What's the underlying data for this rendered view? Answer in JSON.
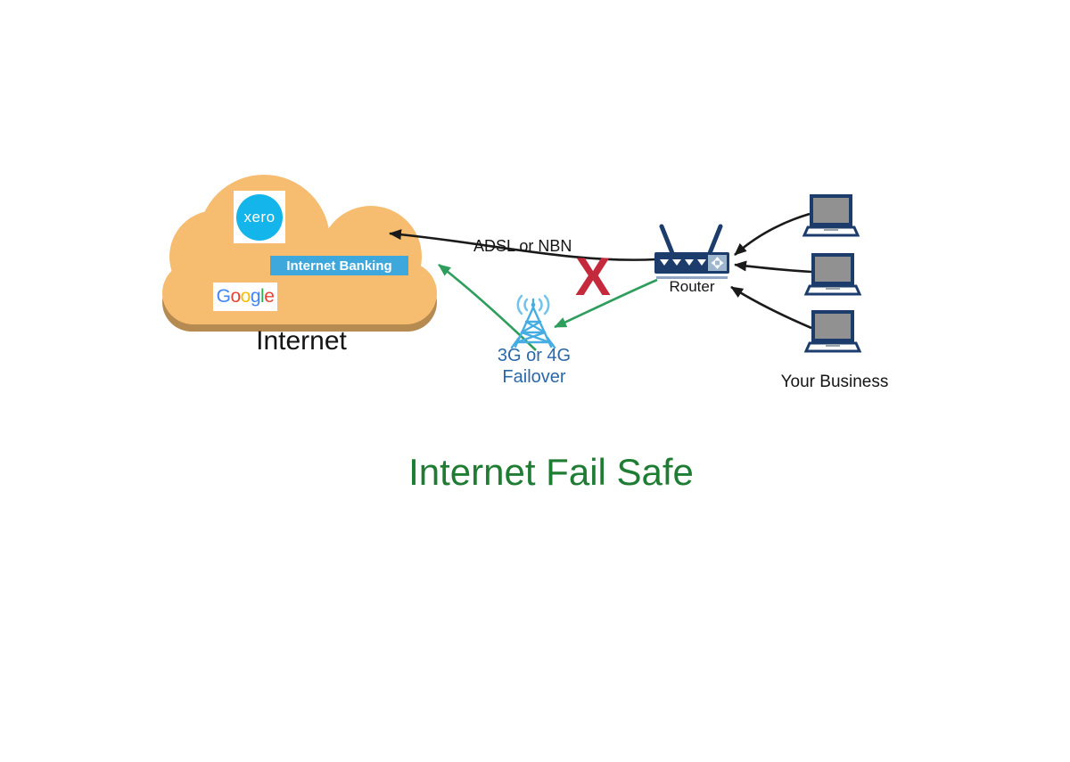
{
  "colors": {
    "cloud_fill": "#F6BC70",
    "cloud_shadow": "#B58B52",
    "navy": "#1C3C6C",
    "screen_gray": "#919191",
    "banner_blue": "#3EA8DC",
    "xero_cyan": "#14B5EA",
    "tower_blue": "#45ADE2",
    "signal_blue": "#74C4EA",
    "label_blue": "#2A68A9",
    "link_green": "#2F9E5C",
    "title_green": "#1E7C33",
    "fail_red": "#C42A3B",
    "line_black": "#1A1A1A"
  },
  "title": {
    "text": "Internet Fail Safe"
  },
  "cloud": {
    "label": "Internet",
    "xero_logo_text": "xero",
    "banner_text": "Internet Banking",
    "google_letters": [
      {
        "ch": "G",
        "color": "#4285F4"
      },
      {
        "ch": "o",
        "color": "#EA4335"
      },
      {
        "ch": "o",
        "color": "#FBBC05"
      },
      {
        "ch": "g",
        "color": "#4285F4"
      },
      {
        "ch": "l",
        "color": "#34A853"
      },
      {
        "ch": "e",
        "color": "#EA4335"
      }
    ]
  },
  "connections": {
    "adsl_label": "ADSL or NBN",
    "fail_mark": "X",
    "failover_label_line1": "3G or 4G",
    "failover_label_line2": "Failover"
  },
  "router": {
    "label": "Router"
  },
  "business": {
    "label": "Your Business",
    "device_count": 3
  }
}
